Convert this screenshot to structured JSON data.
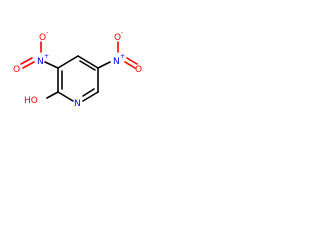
{
  "molecule": {
    "atoms": {
      "nitro_top_o_minus": {
        "symbol": "O",
        "charge": "-",
        "color": "#ff0000"
      },
      "nitro_top_o_eq": {
        "symbol": "O",
        "color": "#ff0000"
      },
      "nitro_top_n": {
        "symbol": "N",
        "charge": "+",
        "color": "#0000ff"
      },
      "nitro_right_o_minus": {
        "symbol": "O",
        "charge": "-",
        "color": "#ff0000"
      },
      "nitro_right_o_eq": {
        "symbol": "O",
        "color": "#ff0000"
      },
      "nitro_right_n": {
        "symbol": "N",
        "charge": "+",
        "color": "#0000ff"
      },
      "hydroxyl": {
        "symbol": "HO",
        "color": "#ff0000"
      },
      "ring_n": {
        "symbol": "N",
        "color": "#0000ff"
      }
    },
    "colors": {
      "bond": "#000000",
      "oxygen": "#ff0000",
      "nitrogen": "#0000ff",
      "background": "#ffffff"
    }
  }
}
